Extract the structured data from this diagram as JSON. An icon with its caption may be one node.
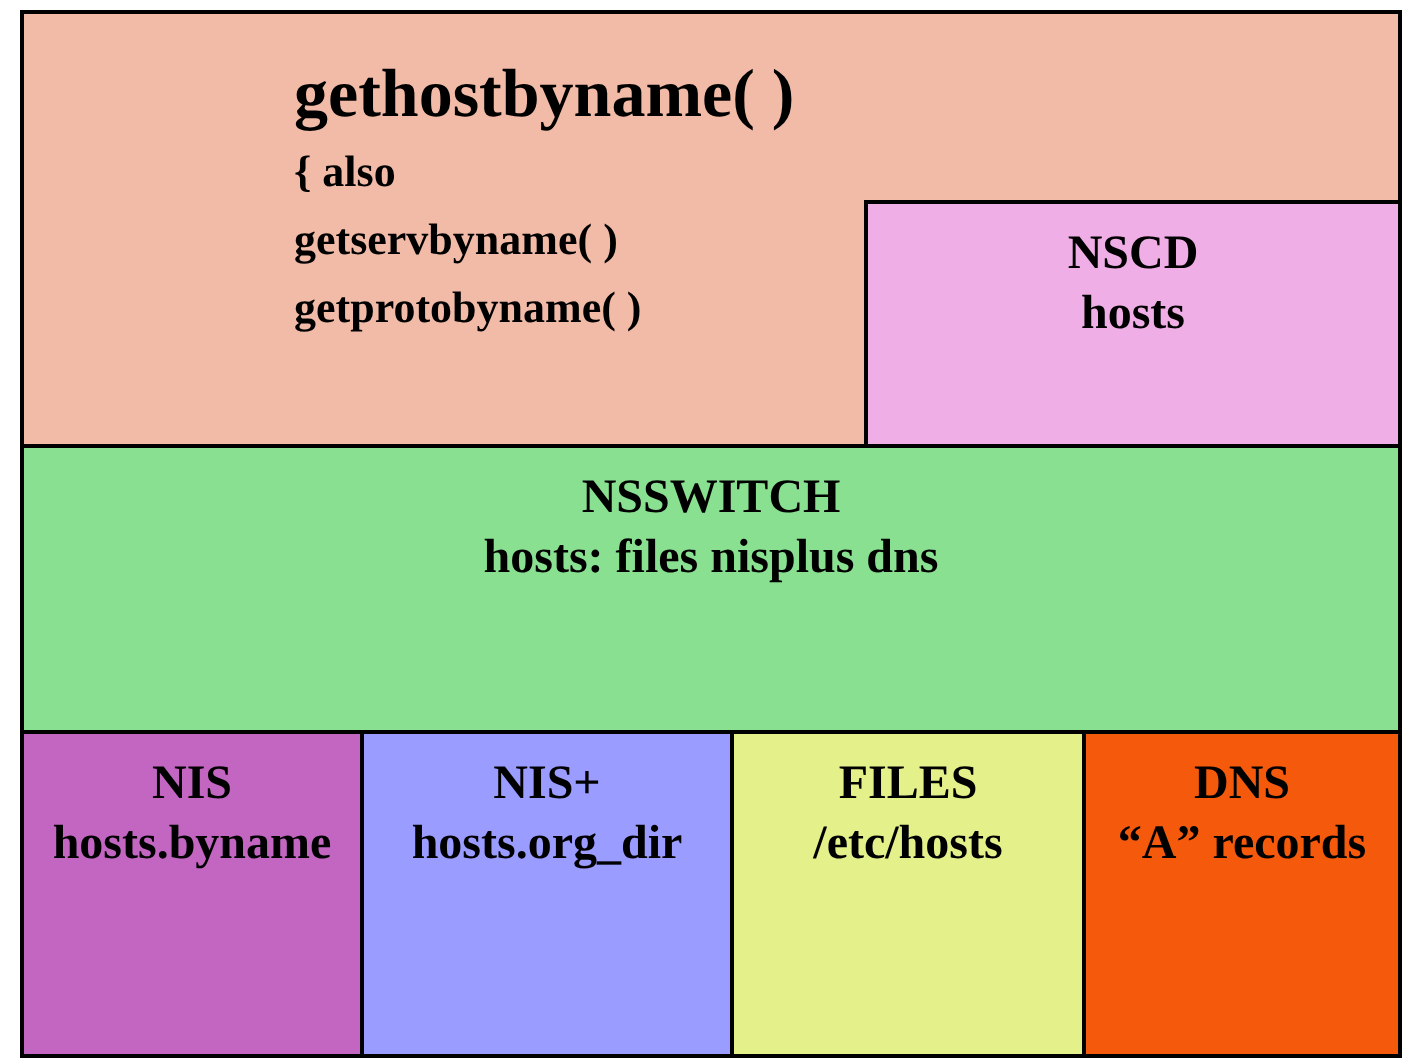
{
  "diagram": {
    "nodes": [
      {
        "text": [
          "gethostbyname( )",
          "{ also getservbyname( ) getprotobyname( )"
        ]
      },
      {
        "text": [
          "NSCD",
          "hosts"
        ],
        "in": 0
      },
      {
        "text": [
          "NSSWITCH",
          "hosts: files nisplus dns"
        ]
      },
      {
        "text": [
          "NIS",
          "hosts.byname"
        ]
      },
      {
        "text": [
          "NIS+",
          "hosts.org_dir"
        ]
      },
      {
        "text": [
          "FILES",
          "/etc/hosts"
        ]
      },
      {
        "text": [
          "DNS",
          "“A” records"
        ]
      }
    ]
  }
}
